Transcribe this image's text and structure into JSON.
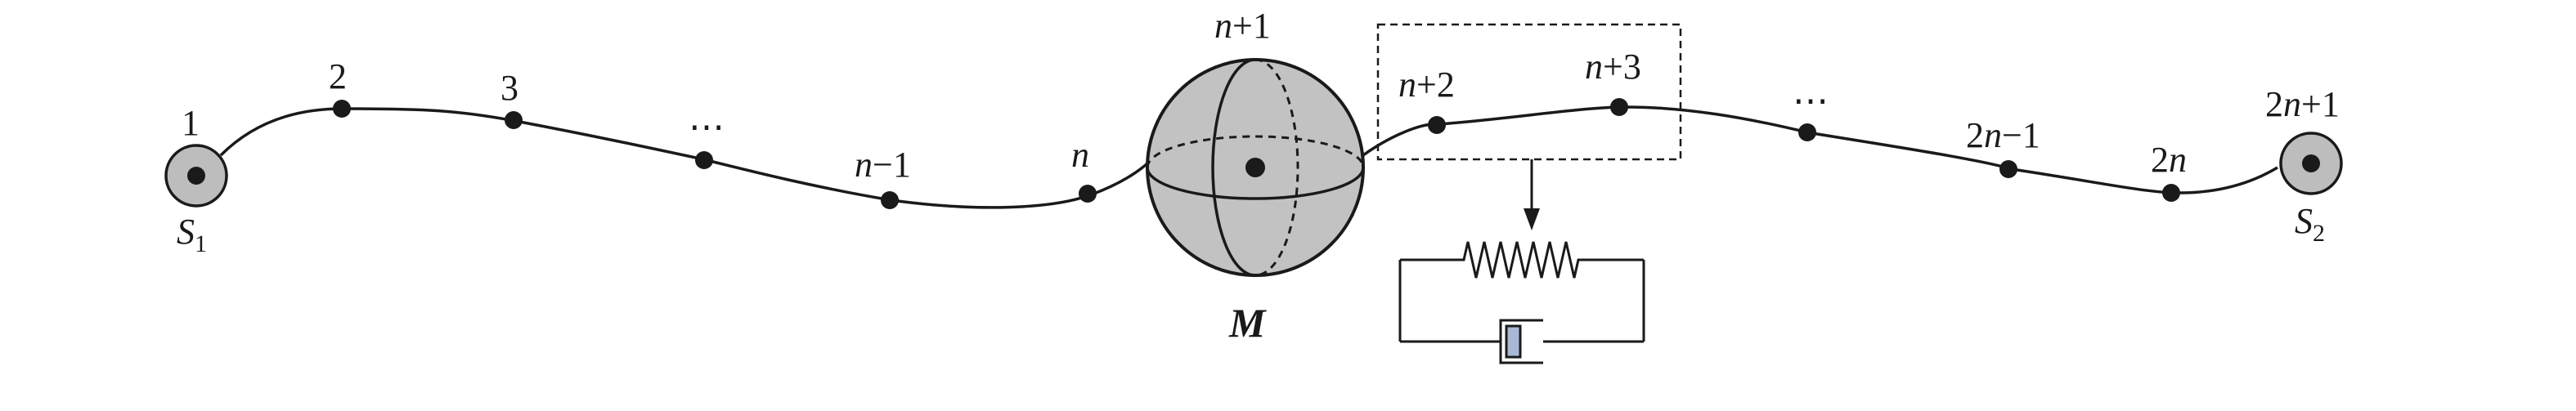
{
  "diagram": {
    "node_labels": {
      "n1": "1",
      "n2": "2",
      "n3": "3",
      "dots_left": "⋯",
      "n_minus_1": {
        "var": "n",
        "rest": "−1"
      },
      "n": {
        "var": "n",
        "rest": ""
      },
      "n_plus_1": {
        "var": "n",
        "rest": "+1"
      },
      "n_plus_2": {
        "var": "n",
        "rest": "+2"
      },
      "n_plus_3": {
        "var": "n",
        "rest": "+3"
      },
      "dots_right": "⋯",
      "two_n_minus_1": {
        "pre": "2",
        "var": "n",
        "rest": "−1"
      },
      "two_n": {
        "pre": "2",
        "var": "n",
        "rest": ""
      },
      "two_n_plus_1": {
        "pre": "2",
        "var": "n",
        "rest": "+1"
      }
    },
    "supports": {
      "left": {
        "letter": "S",
        "sub": "1"
      },
      "right": {
        "letter": "S",
        "sub": "2"
      }
    },
    "mass_label": "M",
    "colors": {
      "line": "#1a1a1a",
      "sphere_fill": "#c2c2c2",
      "support_fill": "#bdbdbd",
      "damper_piston": "#a9b8d6"
    }
  }
}
